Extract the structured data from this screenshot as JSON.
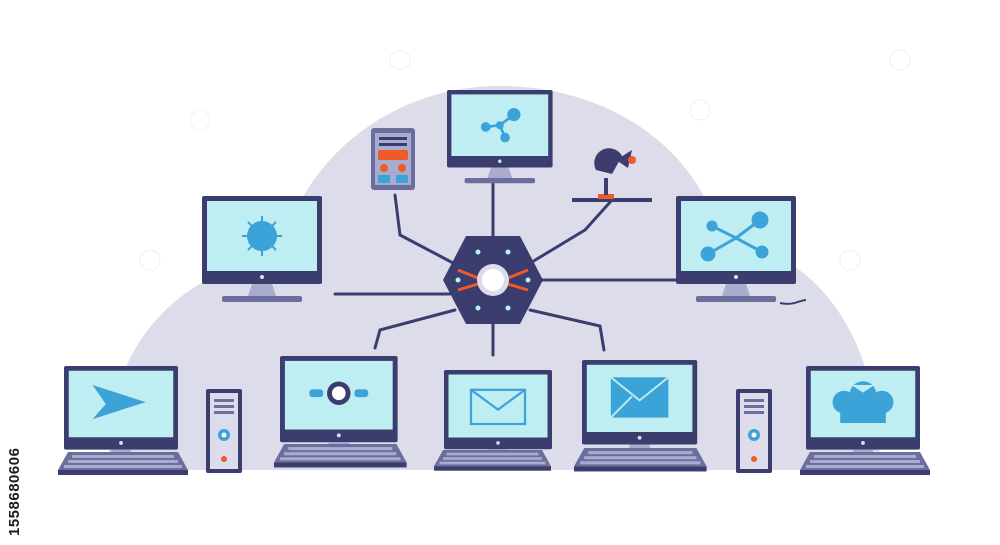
{
  "image_id_label": "1558680606",
  "colors": {
    "background": "#ffffff",
    "cloud": "#dcdcea",
    "device_frame": "#3b3d6e",
    "screen": "#bfeef2",
    "screen_icon": "#3ca3d8",
    "link_line": "#3b3d6e",
    "accent": "#ee5a2a",
    "keyboard": "#6c6f9e",
    "keyboard_keys": "#a9abcf"
  },
  "hub": {
    "icon": "network-hub-icon"
  },
  "devices": [
    {
      "name": "top-monitor",
      "type": "monitor",
      "screen_icon": "network-nodes-icon"
    },
    {
      "name": "server-panel",
      "type": "control-panel",
      "screen_icon": "control-panel-icon"
    },
    {
      "name": "satellite-dish",
      "type": "antenna",
      "screen_icon": "satellite-dish-icon"
    },
    {
      "name": "left-monitor",
      "type": "monitor",
      "screen_icon": "virus-icon"
    },
    {
      "name": "right-monitor",
      "type": "monitor",
      "screen_icon": "share-icon"
    },
    {
      "name": "bottom-workstation-1",
      "type": "workstation",
      "screen_icon": "send-icon"
    },
    {
      "name": "bottom-workstation-2",
      "type": "workstation",
      "screen_icon": "webcam-icon"
    },
    {
      "name": "bottom-workstation-3",
      "type": "workstation",
      "screen_icon": "envelope-icon"
    },
    {
      "name": "bottom-workstation-4",
      "type": "workstation",
      "screen_icon": "envelope-filled-icon"
    },
    {
      "name": "bottom-workstation-5",
      "type": "workstation",
      "screen_icon": "chef-hat-icon"
    },
    {
      "name": "tower-left",
      "type": "system-unit",
      "screen_icon": "tower-pc-icon"
    },
    {
      "name": "tower-right",
      "type": "system-unit",
      "screen_icon": "tower-pc-icon"
    }
  ]
}
